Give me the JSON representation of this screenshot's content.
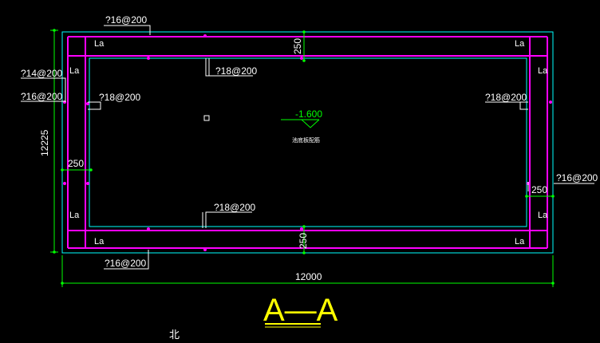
{
  "drawing": {
    "colors": {
      "background": "#000000",
      "rebar": "#ff00ff",
      "outline": "#00ffff",
      "dimension": "#00ff00",
      "leader": "#ffffff",
      "title": "#ffff00"
    },
    "rebar_labels": {
      "top_outer": "?16@200",
      "bottom_outer": "?16@200",
      "left_upper": "?14@200",
      "left_lower": "?16@200",
      "right_outer": "?16@200",
      "top_inner": "?18@200",
      "bottom_inner": "?18@200",
      "left_inner": "?18@200",
      "right_inner": "?18@200"
    },
    "anchorage_label": "La",
    "dimensions": {
      "overall_width": "12000",
      "overall_height": "12225",
      "wall_top": "250",
      "wall_bottom": "250",
      "wall_left": "250",
      "wall_right": "250"
    },
    "elevation": "-1.600",
    "note": "池底板配筋",
    "section_title": "A—A",
    "north_symbol": "北"
  }
}
